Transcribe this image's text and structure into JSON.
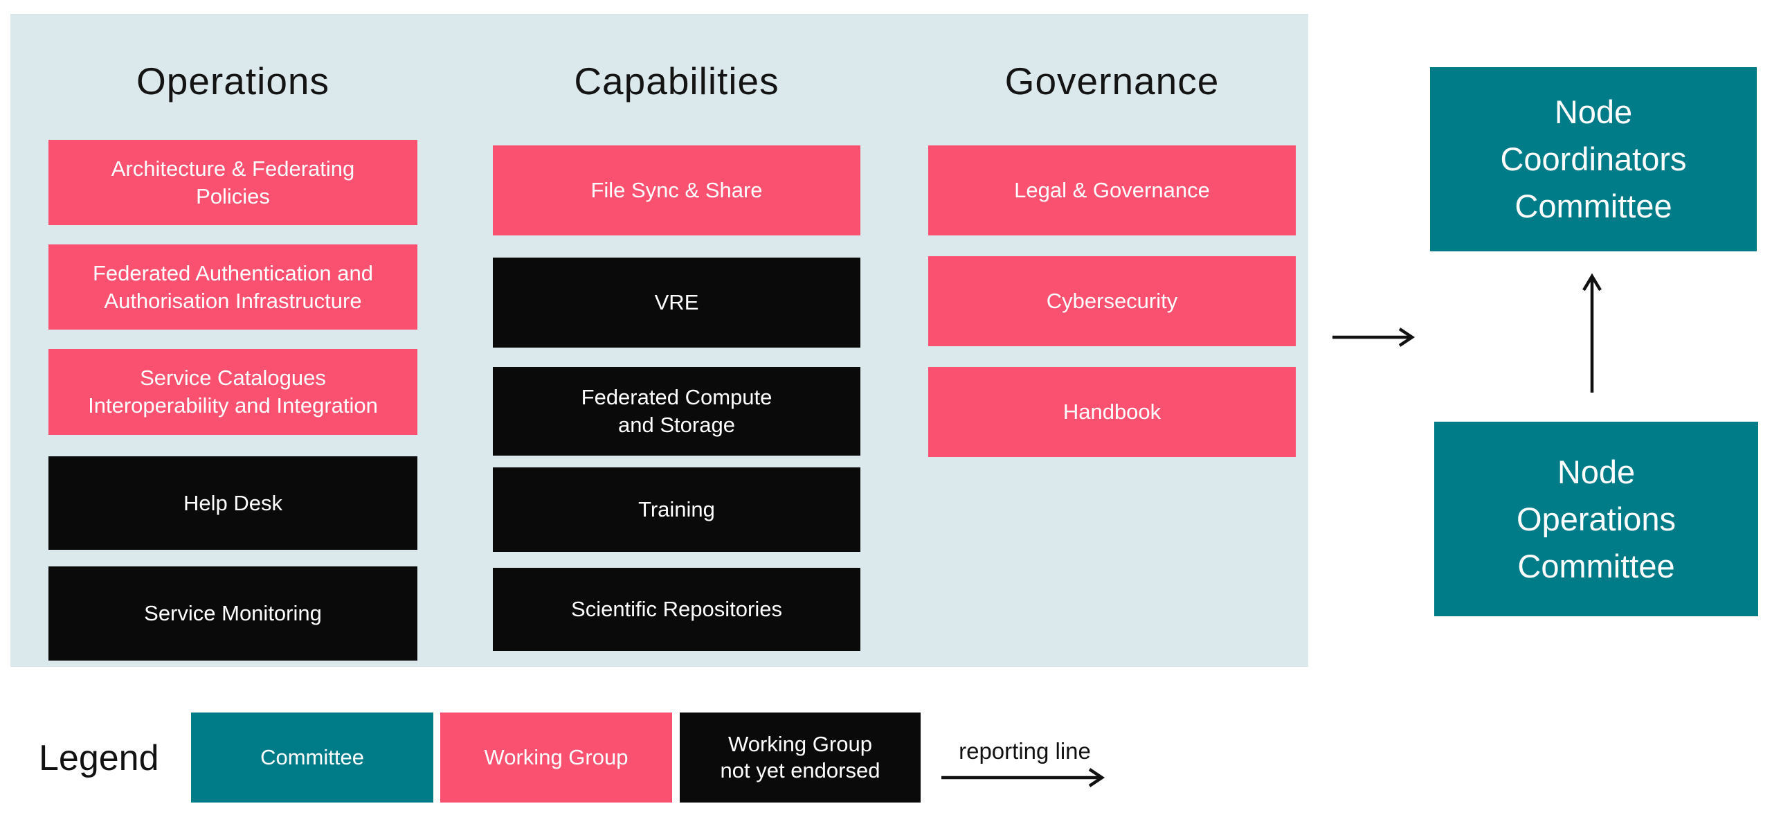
{
  "panel": {
    "columns": [
      {
        "id": "operations",
        "title": "Operations",
        "items": [
          {
            "label": "Architecture & Federating\nPolicies",
            "type": "working-group"
          },
          {
            "label": "Federated Authentication and\nAuthorisation Infrastructure",
            "type": "working-group"
          },
          {
            "label": "Service Catalogues\nInteroperability and Integration",
            "type": "working-group"
          },
          {
            "label": "Help Desk",
            "type": "working-group-not-yet-endorsed"
          },
          {
            "label": "Service Monitoring",
            "type": "working-group-not-yet-endorsed"
          }
        ]
      },
      {
        "id": "capabilities",
        "title": "Capabilities",
        "items": [
          {
            "label": "File Sync & Share",
            "type": "working-group"
          },
          {
            "label": "VRE",
            "type": "working-group-not-yet-endorsed"
          },
          {
            "label": "Federated Compute\nand Storage",
            "type": "working-group-not-yet-endorsed"
          },
          {
            "label": "Training",
            "type": "working-group-not-yet-endorsed"
          },
          {
            "label": "Scientific Repositories",
            "type": "working-group-not-yet-endorsed"
          }
        ]
      },
      {
        "id": "governance",
        "title": "Governance",
        "items": [
          {
            "label": "Legal & Governance",
            "type": "working-group"
          },
          {
            "label": "Cybersecurity",
            "type": "working-group"
          },
          {
            "label": "Handbook",
            "type": "working-group"
          }
        ]
      }
    ]
  },
  "committees": [
    {
      "label": "Node\nCoordinators\nCommittee"
    },
    {
      "label": "Node\nOperations\nCommittee"
    }
  ],
  "legend": {
    "title": "Legend",
    "items": [
      {
        "label": "Committee",
        "type": "committee"
      },
      {
        "label": "Working Group",
        "type": "working-group"
      },
      {
        "label": "Working Group\nnot yet endorsed",
        "type": "working-group-not-yet-endorsed"
      }
    ],
    "reporting_line_label": "reporting line"
  },
  "colors": {
    "committee_teal": "#007c88",
    "working_group_pink": "#fb5170",
    "not_endorsed_black": "#0a0a0a",
    "panel_background": "#dbe9ec",
    "arrow_black": "#111111"
  }
}
